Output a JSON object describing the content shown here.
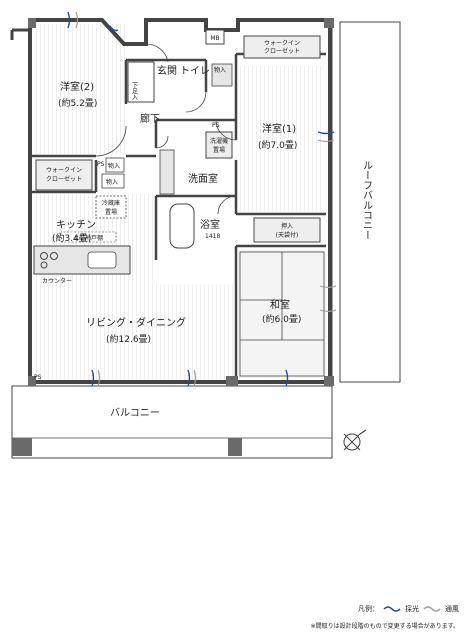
{
  "rooms": {
    "western2": {
      "name": "洋室(2)",
      "area": "(約5.2畳)"
    },
    "western1": {
      "name": "洋室(1)",
      "area": "(約7.0畳)"
    },
    "kitchen": {
      "name": "キッチン",
      "area": "(約3.4畳)"
    },
    "living": {
      "name": "リビング・ダイニング",
      "area": "(約12.6畳)"
    },
    "japanese": {
      "name": "和室",
      "area": "(約6.0畳)"
    },
    "entrance": "玄関",
    "toilet": "トイレ",
    "hallway": "廊下",
    "washroom": "洗面室",
    "bathroom": {
      "name": "浴室",
      "size": "1418"
    }
  },
  "labels": {
    "mb": "MB",
    "wic_top": [
      "ウォークイン",
      "クローゼット"
    ],
    "wic_left": [
      "ウォークイン",
      "クローゼット"
    ],
    "shoe_storage": [
      "下足入"
    ],
    "storage_top": [
      "物入"
    ],
    "storage_mid": [
      "物入"
    ],
    "storage_low": [
      "物入"
    ],
    "ps_left": "PS",
    "ps_center": "PS",
    "ps_bottom": "PS",
    "washer": [
      "洗濯機",
      "置場"
    ],
    "fridge": [
      "冷蔵庫",
      "置場"
    ],
    "upper_cabinet": "上部吊戸棚",
    "counter": "カウンター",
    "oshiire": "押入",
    "oshiire_sub": "(天袋付)",
    "balcony": "バルコニー",
    "roof_balcony": "ルーフバルコニー"
  },
  "legend": {
    "prefix": "凡例：",
    "light": "採光",
    "vent": "通風"
  },
  "note": "※間取りは設計段階のもので変更する場合があります。",
  "colors": {
    "wall": "#444444",
    "light_mark": "#1f4fa0",
    "vent_mark": "#9aa0a8",
    "fixture_fill": "#e6e6e6",
    "pillar": "#6a6a6a"
  }
}
